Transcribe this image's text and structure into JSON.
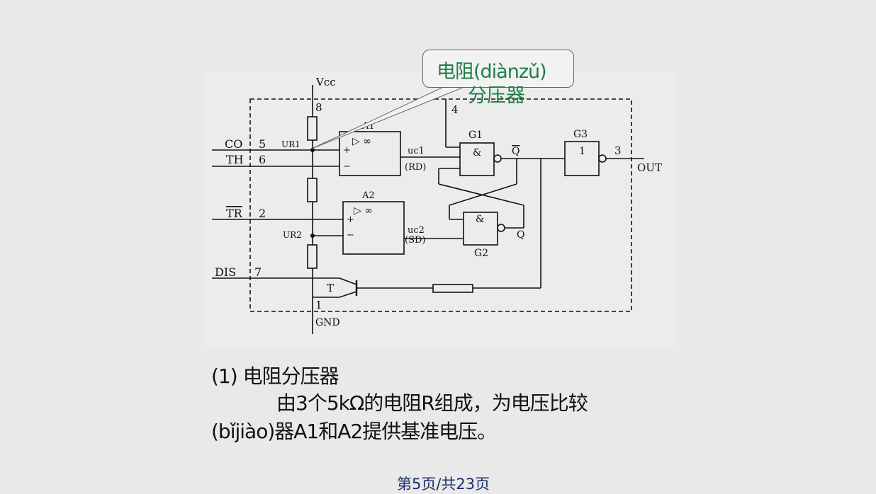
{
  "callout": {
    "line1": "电阻(diànzǔ)",
    "line2": "分压器"
  },
  "circuit": {
    "vcc": "Vcc",
    "pin8": "8",
    "pin4": "4",
    "pin5": "5",
    "pin6": "6",
    "pin2": "2",
    "pin7": "7",
    "pin1": "1",
    "pin3": "3",
    "co": "CO",
    "th": "TH",
    "tr": "TR",
    "dis": "DIS",
    "gnd": "GND",
    "out": "OUT",
    "ur1": "UR1",
    "ur2": "UR2",
    "a1": "A1",
    "a2": "A2",
    "g1": "G1",
    "g2": "G2",
    "g3": "G3",
    "uc1": "uc1",
    "uc2": "uc2",
    "rd": "(RD)",
    "sd": "(SD)",
    "qbar": "Q",
    "q": "Q",
    "t": "T",
    "and": "&",
    "one": "1",
    "inf": "▷ ∞",
    "plus": "+",
    "minus": "−"
  },
  "body": {
    "heading": "(1) 电阻分压器",
    "line2": "由3个5kΩ的电阻R组成，为电压比较",
    "line3": "(bǐjiào)器A1和A2提供基准电压。"
  },
  "footer": "第5页/共23页"
}
